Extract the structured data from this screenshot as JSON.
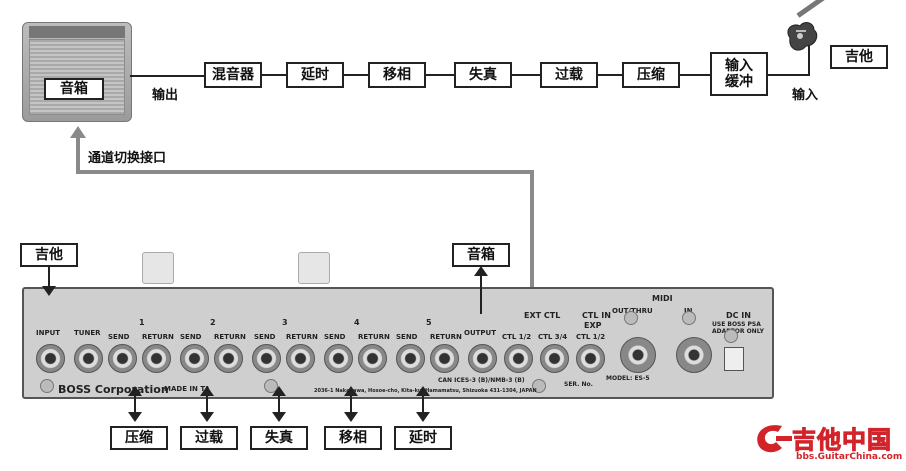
{
  "top_chain": {
    "amp_label": "音箱",
    "output_label": "输出",
    "effects": [
      "混音器",
      "延时",
      "移相",
      "失真",
      "过载",
      "压缩"
    ],
    "input_buffer": "输入\n缓冲",
    "input_label": "输入",
    "guitar_label": "吉他",
    "channel_switch_label": "通道切换接口"
  },
  "bottom": {
    "guitar_label": "吉他",
    "amp_label": "音箱",
    "loop_labels": [
      "压缩",
      "过载",
      "失真",
      "移相",
      "延时"
    ]
  },
  "panel": {
    "input": "INPUT",
    "tuner": "TUNER",
    "loops": [
      "1",
      "2",
      "3",
      "4",
      "5"
    ],
    "send": "SEND",
    "return": "RETURN",
    "output": "OUTPUT",
    "ext_ctl": "EXT CTL",
    "ctl_in": "CTL IN",
    "exp": "EXP",
    "ctl12": "CTL 1/2",
    "ctl34": "CTL 3/4",
    "ctl12b": "CTL 1/2",
    "midi": "MIDI",
    "out_thru": "OUT/THRU",
    "in": "IN",
    "dc_in": "DC IN",
    "psa": "USE BOSS PSA",
    "adaptor": "ADAPTOR ONLY",
    "brand": "BOSS Corporation",
    "made_in": "MADE IN TA",
    "can": "CAN ICES-3 (B)/NMB-3 (B)",
    "address": "2036-1 Nakagawa, Hosoe-cho, Kita-ku, Hamamatsu, Shizuoka 431-1304, JAPAN",
    "model": "MODEL: ES-5",
    "ser": "SER. No."
  },
  "watermark": {
    "text": "吉他中国",
    "url": "bbs.GuitarChina.com"
  }
}
